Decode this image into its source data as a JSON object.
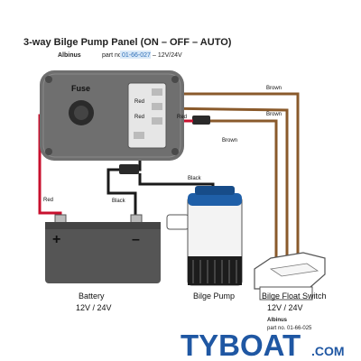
{
  "header": {
    "title": "3-way Bilge Pump Panel (ON – OFF – AUTO)",
    "brand": "Albinus",
    "part_prefix": "part no.",
    "part_number": "01-66-027",
    "part_suffix": "– 12V/24V"
  },
  "panel": {
    "fuse_label": "Fuse"
  },
  "wires": {
    "red_1": "Red",
    "red_2": "Red",
    "red_3": "Red",
    "red_battery": "Red",
    "brown_1": "Brown",
    "brown_2": "Brown",
    "brown_3": "Brown",
    "black_1": "Black",
    "black_2": "Black"
  },
  "battery": {
    "plus": "+",
    "minus": "–",
    "label": "Battery",
    "voltage": "12V / 24V"
  },
  "pump": {
    "label": "Bilge Pump"
  },
  "float_switch": {
    "label": "Bilge Float Switch",
    "voltage": "12V / 24V",
    "brand": "Albinus",
    "part": "part no. 01-66-025"
  },
  "watermark": {
    "text": "TYBOAT",
    "suffix": ".COM"
  },
  "colors": {
    "wire_red": "#c8102e",
    "wire_brown": "#8a5a2b",
    "wire_black": "#1a1a1a",
    "panel": "#6f6f6f",
    "pump_cap": "#1f5fa8",
    "watermark_blue": "#1f57a3",
    "part_highlight": "#2f6fb7"
  }
}
